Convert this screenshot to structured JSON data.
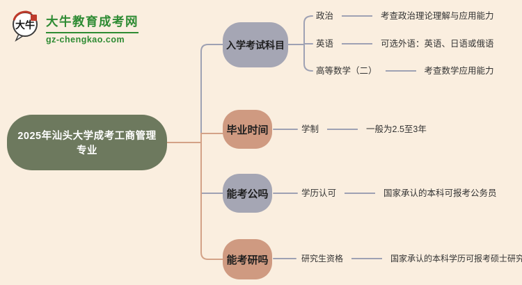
{
  "logo": {
    "icon_text": "大牛",
    "brand": "大牛教育成考网",
    "domain": "gz-chengkao.com"
  },
  "main_topic": {
    "label": "2025年汕头大学成考工商管理专业"
  },
  "branches": [
    {
      "label": "入学考试科目",
      "theme": "lavender",
      "children": [
        {
          "label": "政治",
          "desc": "考查政治理论理解与应用能力"
        },
        {
          "label": "英语",
          "desc": "可选外语：英语、日语或俄语"
        },
        {
          "label": "高等数学（二）",
          "desc": "考查数学应用能力"
        }
      ]
    },
    {
      "label": "毕业时间",
      "theme": "salmon",
      "children": [
        {
          "label": "学制",
          "desc": "一般为2.5至3年"
        }
      ]
    },
    {
      "label": "能考公吗",
      "theme": "lavender",
      "children": [
        {
          "label": "学历认可",
          "desc": "国家承认的本科可报考公务员"
        }
      ]
    },
    {
      "label": "能考研吗",
      "theme": "salmon",
      "children": [
        {
          "label": "研究生资格",
          "desc": "国家承认的本科学历可报考硕士研究生"
        }
      ]
    }
  ],
  "colors": {
    "background": "#FAEEDF",
    "root_node": "#6D795E",
    "branch_lavender": "#A5A6B4",
    "branch_salmon": "#CF9A81",
    "line_gray": "#9EA1B3",
    "line_salmon": "#D3A287",
    "brand_green": "#2E8B33",
    "logo_red": "#BE3A2B"
  }
}
